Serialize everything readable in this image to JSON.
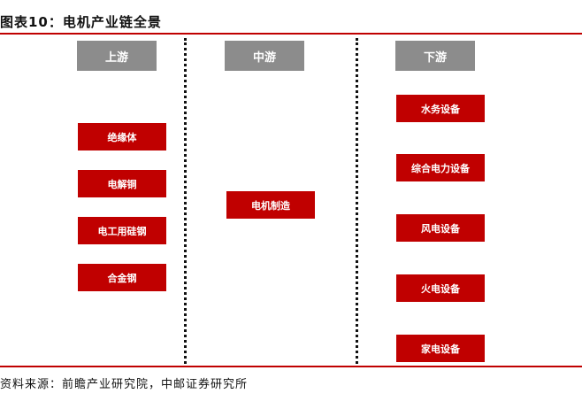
{
  "title": "图表10：电机产业链全景",
  "columns": {
    "upstream": {
      "label": "上游",
      "items": [
        "绝缘体",
        "电解铜",
        "电工用硅钢",
        "合金钢"
      ]
    },
    "midstream": {
      "label": "中游",
      "items": [
        "电机制造"
      ]
    },
    "downstream": {
      "label": "下游",
      "items": [
        "水务设备",
        "综合电力设备",
        "风电设备",
        "火电设备",
        "家电设备"
      ]
    }
  },
  "source": "资料来源：前瞻产业研究院，中邮证券研究所",
  "colors": {
    "accent": "#c00000",
    "header_gray": "#8c8c8c"
  }
}
